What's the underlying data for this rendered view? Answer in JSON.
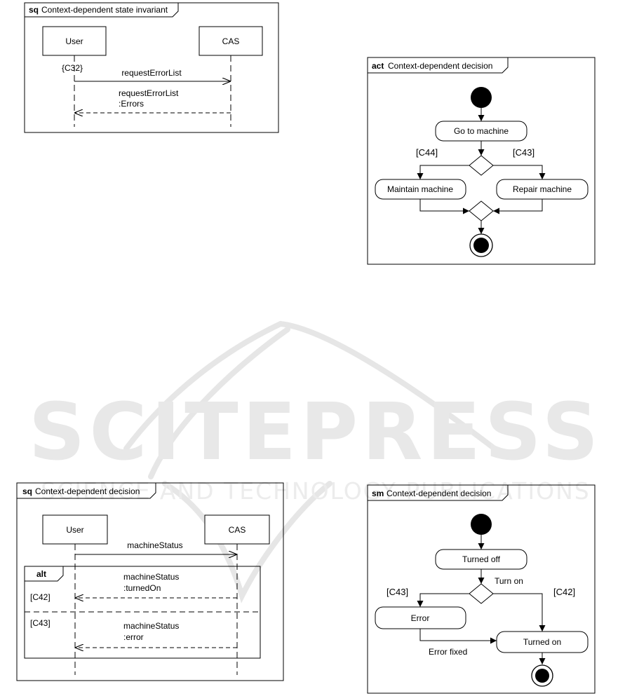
{
  "watermark": {
    "brand": "SCITEPRESS",
    "tagline": "SCIENCE AND TECHNOLOGY PUBLICATIONS"
  },
  "diagrams": {
    "sq_state_invariant": {
      "kind": "sq",
      "title": "Context-dependent state invariant",
      "lifelines": [
        "User",
        "CAS"
      ],
      "invariant": "{C32}",
      "message_call": "requestErrorList",
      "message_return_line1": "requestErrorList",
      "message_return_line2": ":Errors"
    },
    "act_decision": {
      "kind": "act",
      "title": "Context-dependent decision",
      "action_start": "Go to machine",
      "guard_left": "[C44]",
      "guard_right": "[C43]",
      "action_left": "Maintain machine",
      "action_right": "Repair machine"
    },
    "sq_decision": {
      "kind": "sq",
      "title": "Context-dependent decision",
      "lifelines": [
        "User",
        "CAS"
      ],
      "message_call": "machineStatus",
      "fragment": "alt",
      "guard_1": "[C42]",
      "return_1_line1": "machineStatus",
      "return_1_line2": ":turnedOn",
      "guard_2": "[C43]",
      "return_2_line1": "machineStatus",
      "return_2_line2": ":error"
    },
    "sm_decision": {
      "kind": "sm",
      "title": "Context-dependent decision",
      "state_off": "Turned off",
      "trigger": "Turn on",
      "guard_left": "[C43]",
      "guard_right": "[C42]",
      "state_error": "Error",
      "state_on": "Turned on",
      "transition_fix": "Error fixed"
    }
  }
}
